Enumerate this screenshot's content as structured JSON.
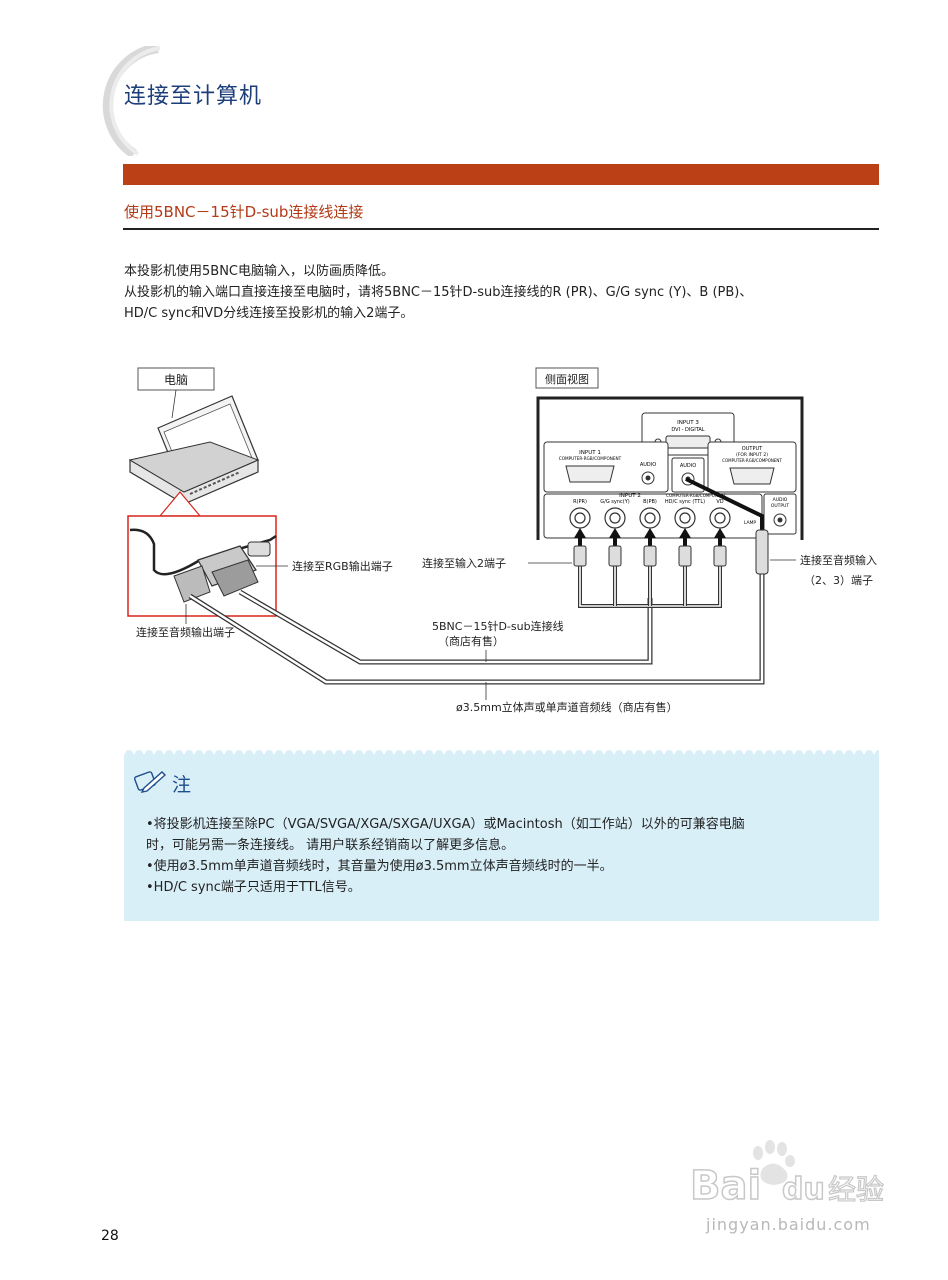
{
  "header": {
    "page_title": "连接至计算机",
    "section_heading": "使用5BNC－15针D-sub连接线连接"
  },
  "intro": {
    "line1": "本投影机使用5BNC电脑输入，以防画质降低。",
    "line2": "从投影机的输入端口直接连接至电脑时，请将5BNC－15针D-sub连接线的R (PR)、G/G sync (Y)、B (PB)、",
    "line3": "HD/C sync和VD分线连接至投影机的输入2端子。"
  },
  "diagram": {
    "computer_label": "电脑",
    "side_view_label": "侧面视图",
    "rgb_out_label": "连接至RGB输出端子",
    "input2_label": "连接至输入2端子",
    "audio_in_label": "连接至音频输入",
    "audio_in_sub": "（2、3）端子",
    "audio_out_label": "连接至音频输出端子",
    "bnc_cable_label": "5BNC－15针D-sub连接线",
    "bnc_cable_sub": "（商店有售）",
    "audio_cable_label": "ø3.5mm立体声或单声道音频线（商店有售）",
    "panel": {
      "input3": "INPUT 3",
      "dvi": "DVI - DIGITAL",
      "input1": "INPUT 1",
      "input1_sub": "COMPUTER-RGB/COMPONENT",
      "audio": "AUDIO",
      "output": "OUTPUT",
      "output_sub": "(FOR INPUT 2)",
      "output_sub2": "COMPUTER-RGB/COMPONENT",
      "input2": "INPUT 2",
      "input2_sub": "COMPUTER-RGB/COMPONENT",
      "bnc_ports": [
        "R(PR)",
        "G/G sync(Y)",
        "B(PB)",
        "HD/C sync (TTL)",
        "VD"
      ],
      "audio_output": "AUDIO",
      "audio_output_sub": "OUTPUT",
      "lamp": "LAMP"
    }
  },
  "note": {
    "title": "注",
    "line1": "•将投影机连接至除PC（VGA/SVGA/XGA/SXGA/UXGA）或Macintosh（如工作站）以外的可兼容电脑",
    "line2": "时，可能另需一条连接线。 请用户联系经销商以了解更多信息。",
    "line3": "•使用ø3.5mm单声道音频线时，其音量为使用ø3.5mm立体声音频线时的一半。",
    "line4": "•HD/C sync端子只适用于TTL信号。"
  },
  "footer": {
    "page_number": "28"
  },
  "watermark": {
    "brand": "Bai",
    "brand2": "du",
    "brand_cn": "经验",
    "url": "jingyan.baidu.com"
  },
  "colors": {
    "accent_bar": "#bc4016",
    "heading": "#b33a15",
    "title_blue": "#1c3f7a",
    "note_bg": "#d9eff8",
    "callout_red": "#d8251b"
  }
}
